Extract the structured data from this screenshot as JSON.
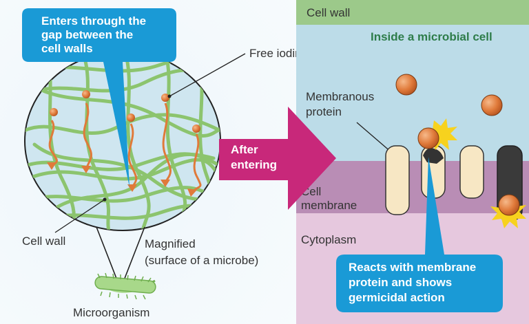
{
  "left": {
    "callout": [
      "Enters through the",
      "gap between the",
      "cell walls"
    ],
    "free_iodine_label": "Free iodine",
    "cell_wall_label": "Cell wall",
    "magnified_label": [
      "Magnified",
      "(surface of a microbe)"
    ],
    "microorganism_label": "Microorganism"
  },
  "arrow": {
    "label": [
      "After",
      "entering"
    ]
  },
  "right": {
    "cell_wall_label": "Cell wall",
    "inside_label": "Inside a microbial cell",
    "membranous_protein_label": [
      "Membranous",
      "protein"
    ],
    "cell_membrane_label": [
      "Cell",
      "membrane"
    ],
    "cytoplasm_label": "Cytoplasm",
    "reaction_callout": [
      "Reacts with membrane",
      "protein and shows",
      "germicidal action"
    ]
  },
  "colors": {
    "callout_blue": "#1a9ad6",
    "arrow_magenta": "#c8287a",
    "fiber_green": "#8cc46e",
    "iodine_orange": "#e07a3a",
    "cell_wall_band": "#9cc98a",
    "inside_blue": "#bcdce8",
    "membrane_purple": "#b98db5",
    "cytoplasm_pink": "#e6c8de",
    "protein_cream": "#f7e7c4",
    "text_dark": "#333333",
    "text_green": "#2e7d4a"
  }
}
